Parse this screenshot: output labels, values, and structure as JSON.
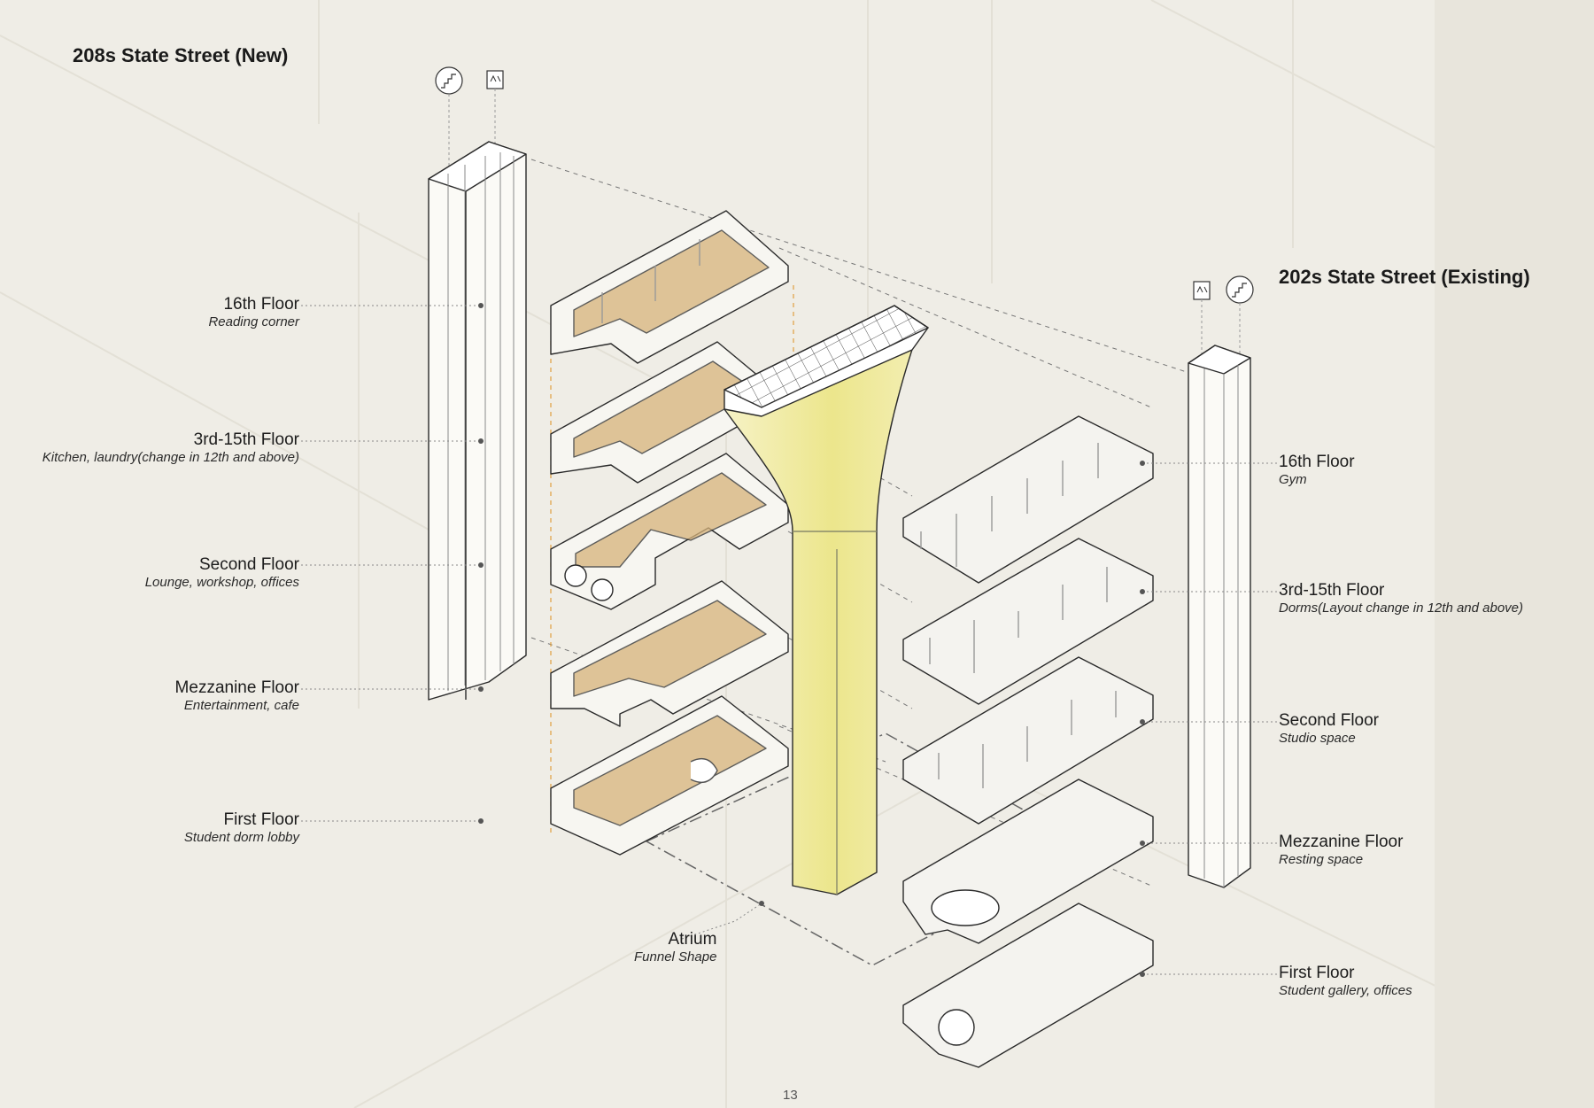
{
  "titles": {
    "new_building": "208s State Street (New)",
    "existing_building": "202s State Street (Existing)"
  },
  "new_floors": [
    {
      "name": "16th Floor",
      "use": "Reading corner"
    },
    {
      "name": "3rd-15th Floor",
      "use": "Kitchen, laundry(change in 12th and above)"
    },
    {
      "name": "Second Floor",
      "use": "Lounge, workshop, offices"
    },
    {
      "name": "Mezzanine Floor",
      "use": "Entertainment, cafe"
    },
    {
      "name": "First Floor",
      "use": "Student dorm lobby"
    }
  ],
  "existing_floors": [
    {
      "name": "16th Floor",
      "use": "Gym"
    },
    {
      "name": "3rd-15th Floor",
      "use": "Dorms(Layout change in 12th and above)"
    },
    {
      "name": "Second Floor",
      "use": "Studio space"
    },
    {
      "name": "Mezzanine Floor",
      "use": "Resting space"
    },
    {
      "name": "First Floor",
      "use": "Student gallery, offices"
    }
  ],
  "atrium": {
    "name": "Atrium",
    "use": "Funnel Shape"
  },
  "page_number": "13",
  "icons": [
    "stair-icon",
    "elevator-icon"
  ],
  "colors": {
    "background": "#efede6",
    "funnel": "#ece68c",
    "wood_floor": "#d6b37a"
  }
}
